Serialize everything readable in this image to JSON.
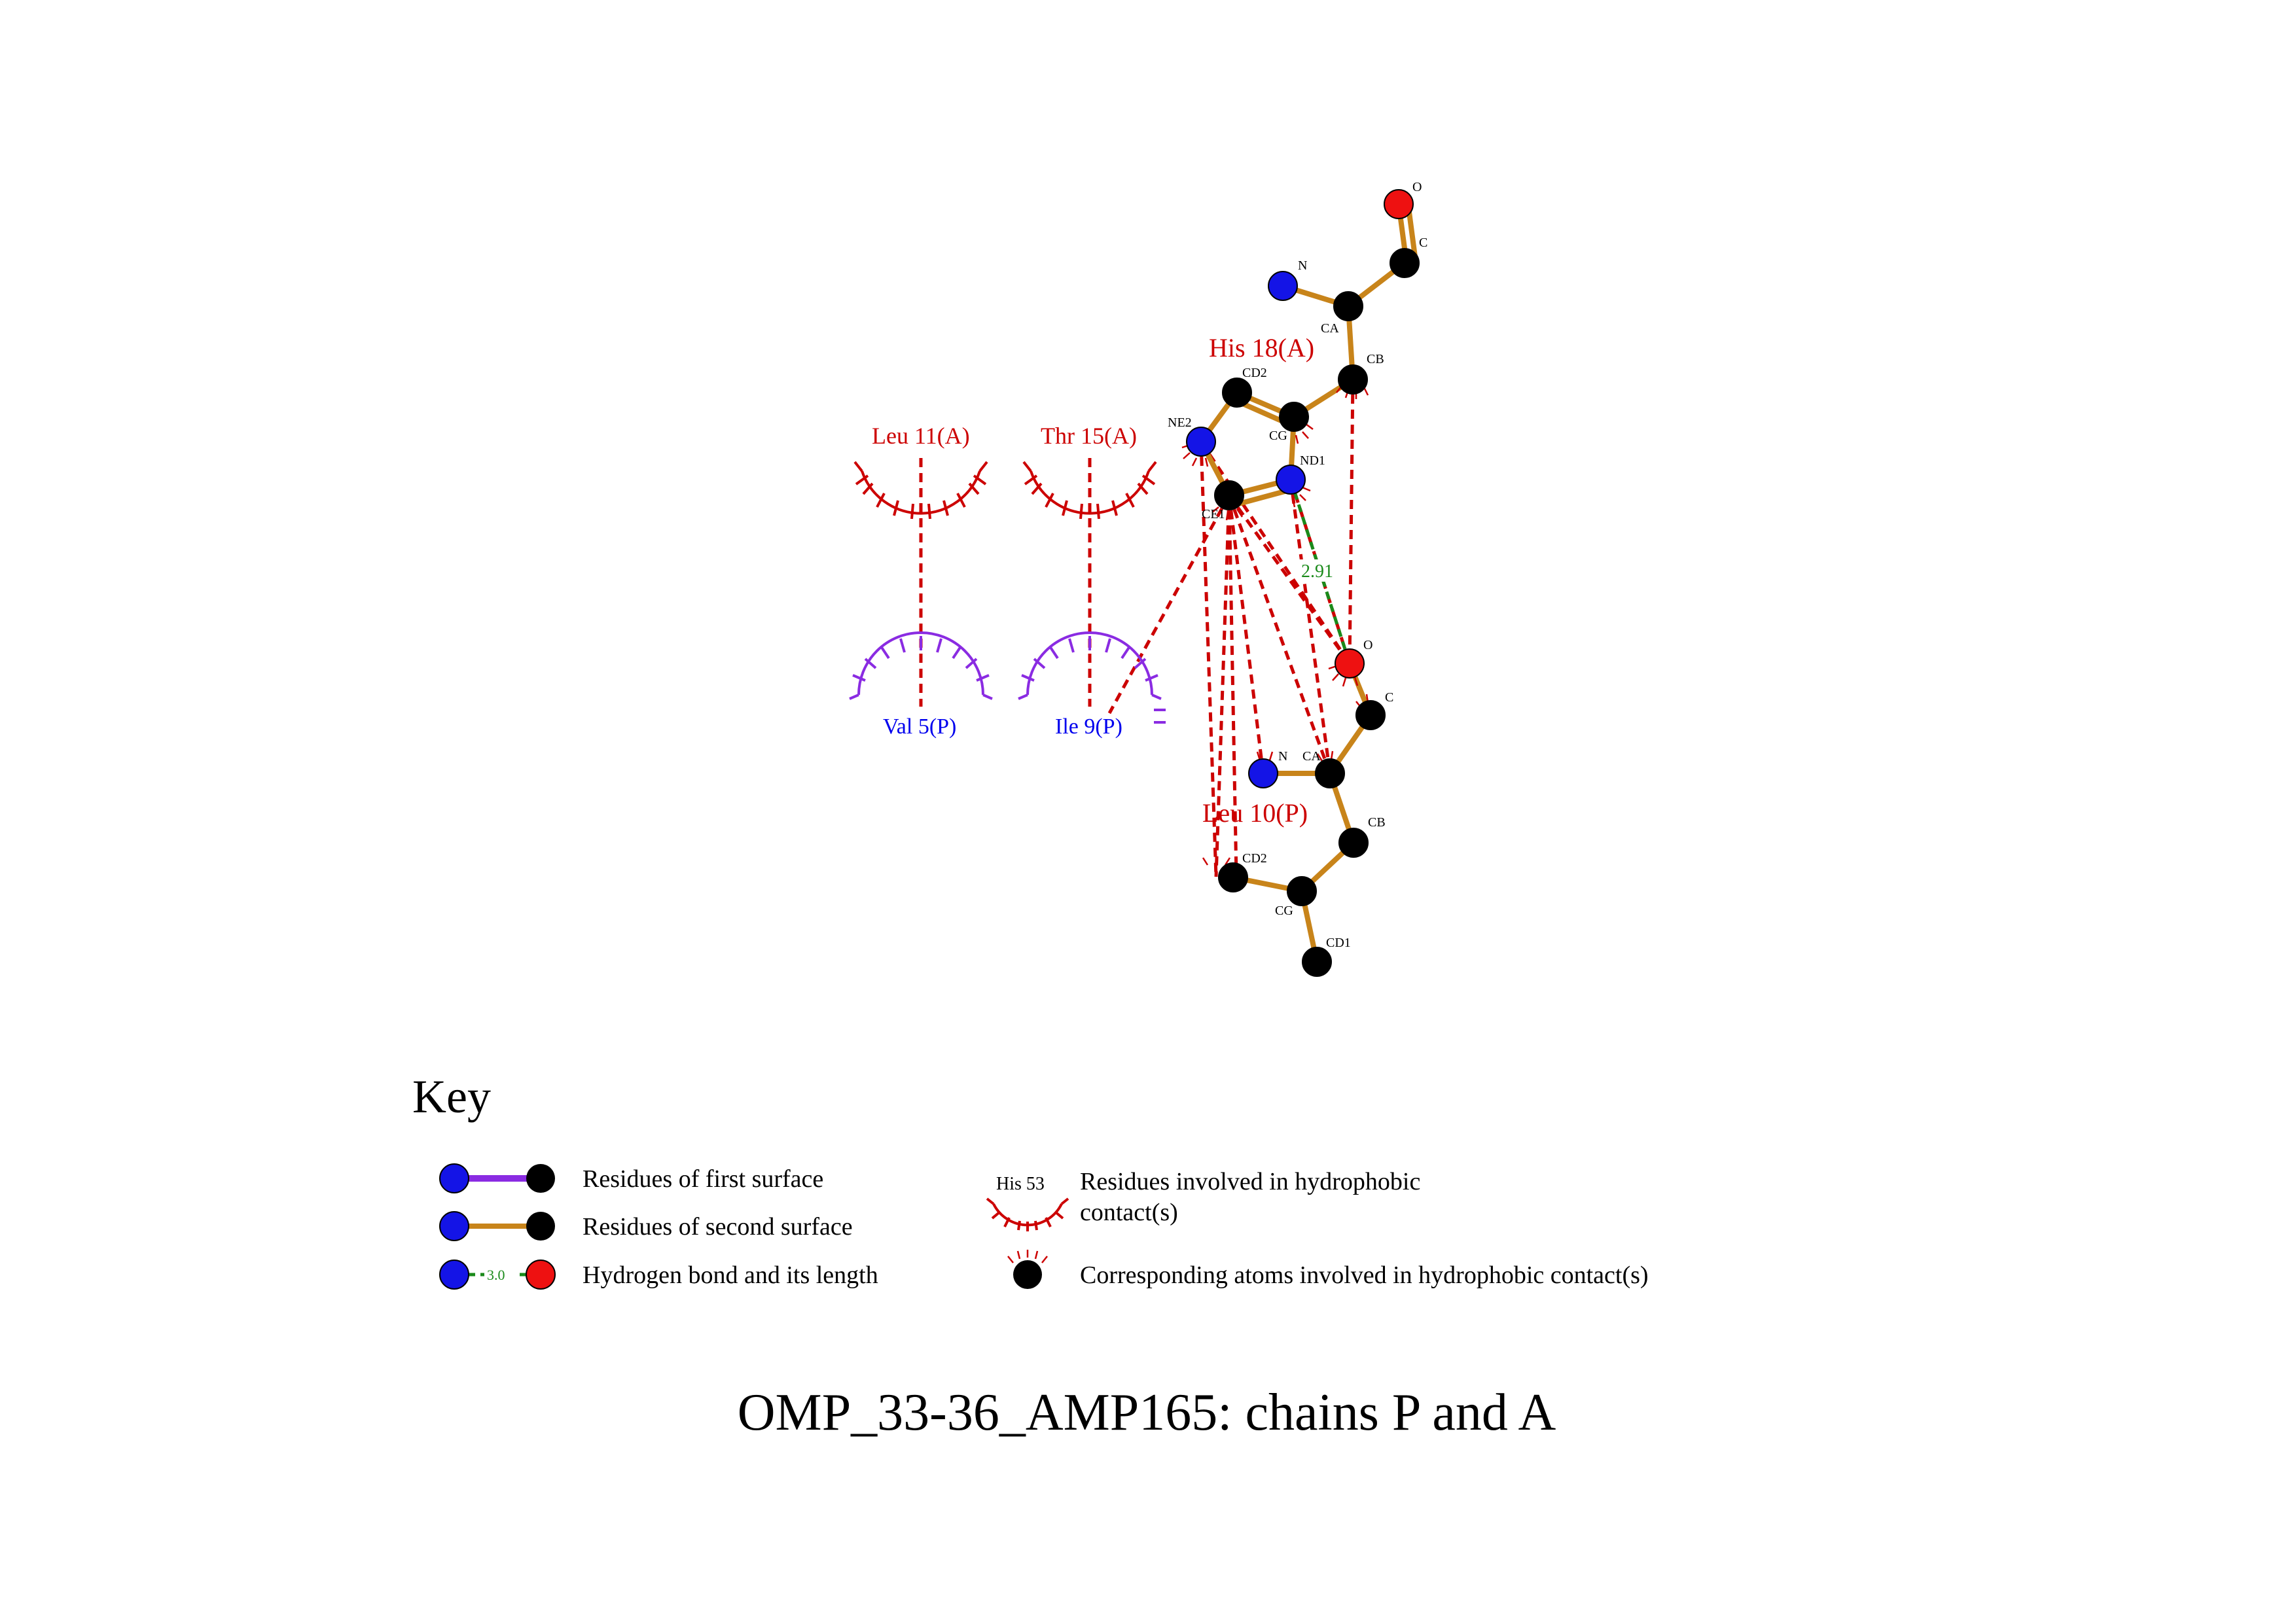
{
  "colors": {
    "first_surface": "#8a2be2",
    "second_surface": "#c8841a",
    "hydrophobic_contact": "#cc0000",
    "hbond": "#1a8a1a",
    "nitrogen": "#1414e6",
    "oxygen": "#ee1111",
    "carbon": "#000000"
  },
  "residues": {
    "his18": "His 18(A)",
    "leu10": "Leu 10(P)",
    "leu11": "Leu 11(A)",
    "thr15": "Thr 15(A)",
    "val5": "Val 5(P)",
    "ile9": "Ile 9(P)"
  },
  "atoms": {
    "his_o": "O",
    "his_c": "C",
    "his_n": "N",
    "his_ca": "CA",
    "his_cb": "CB",
    "his_cd2": "CD2",
    "his_cg": "CG",
    "his_ne2": "NE2",
    "his_nd1": "ND1",
    "his_ce1": "CE1",
    "leu_o": "O",
    "leu_c": "C",
    "leu_n": "N",
    "leu_ca": "CA",
    "leu_cb": "CB",
    "leu_cd2": "CD2",
    "leu_cg": "CG",
    "leu_cd1": "CD1"
  },
  "hbond": {
    "length": "2.91"
  },
  "key": {
    "title": "Key",
    "first_surface": "Residues of first surface",
    "second_surface": "Residues of second surface",
    "hbond": "Hydrogen bond and its length",
    "hbond_sample": "3.0",
    "hydrophobic_sample": "His 53",
    "hydrophobic_line1": "Residues involved in hydrophobic",
    "hydrophobic_line2": "contact(s)",
    "corresponding": "Corresponding atoms involved in hydrophobic contact(s)"
  },
  "footer": "OMP_33-36_AMP165: chains P and A"
}
